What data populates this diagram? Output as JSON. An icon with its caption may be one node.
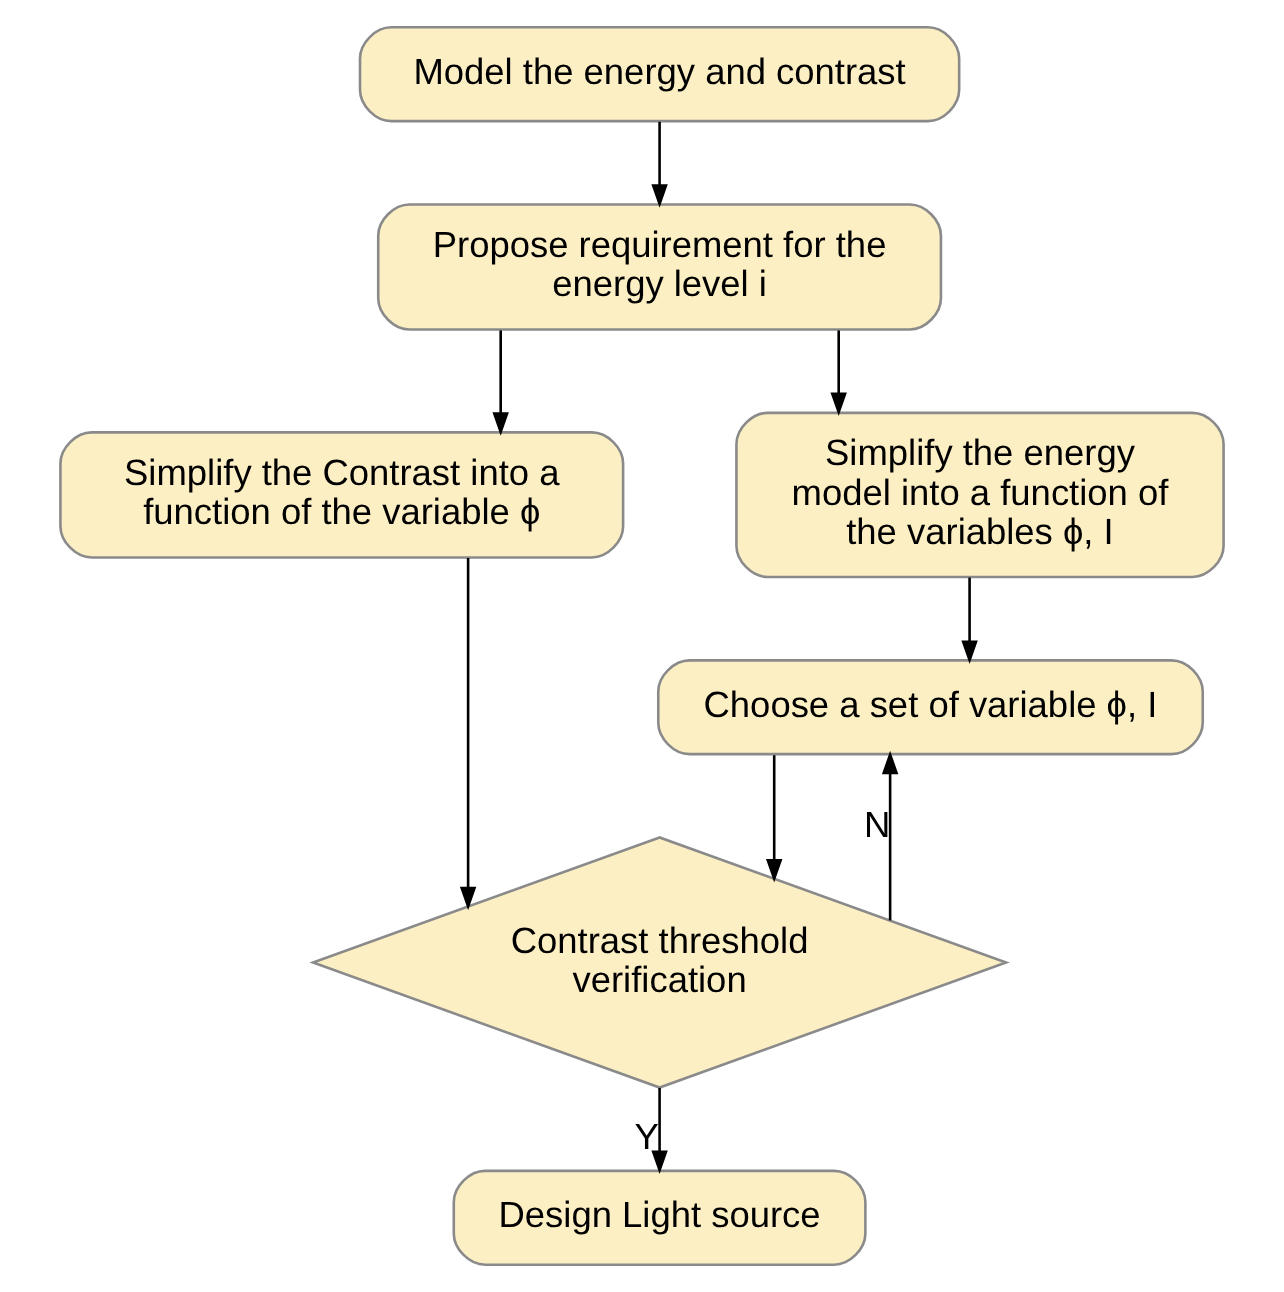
{
  "diagram": {
    "nodes": [
      {
        "text": [
          "Model the energy and contrast"
        ]
      },
      {
        "text": [
          "Propose requirement for the energy level i"
        ]
      },
      {
        "text": [
          "Simplify the Contrast into a function of the variable ϕ"
        ]
      },
      {
        "text": [
          "Simplify the energy model into a function of the variables ϕ, I"
        ]
      },
      {
        "text": [
          "Choose a set of variable ϕ, I"
        ]
      },
      {
        "text": [
          "Contrast threshold verification"
        ]
      },
      {
        "text": [
          "Design Light source"
        ]
      }
    ],
    "edges": [
      {
        "from": 0,
        "to": 1,
        "arrow": "to"
      },
      {
        "from": 1,
        "to": 2,
        "arrow": "to"
      },
      {
        "from": 1,
        "to": 3,
        "arrow": "to"
      },
      {
        "from": 3,
        "to": 4,
        "arrow": "to"
      },
      {
        "from": 2,
        "to": 5,
        "arrow": "to"
      },
      {
        "from": 4,
        "to": 5,
        "arrow": "to"
      },
      {
        "from": 5,
        "to": 4,
        "arrow": "to",
        "label": "N"
      },
      {
        "from": 5,
        "to": 6,
        "arrow": "to",
        "label": "Y"
      }
    ]
  }
}
